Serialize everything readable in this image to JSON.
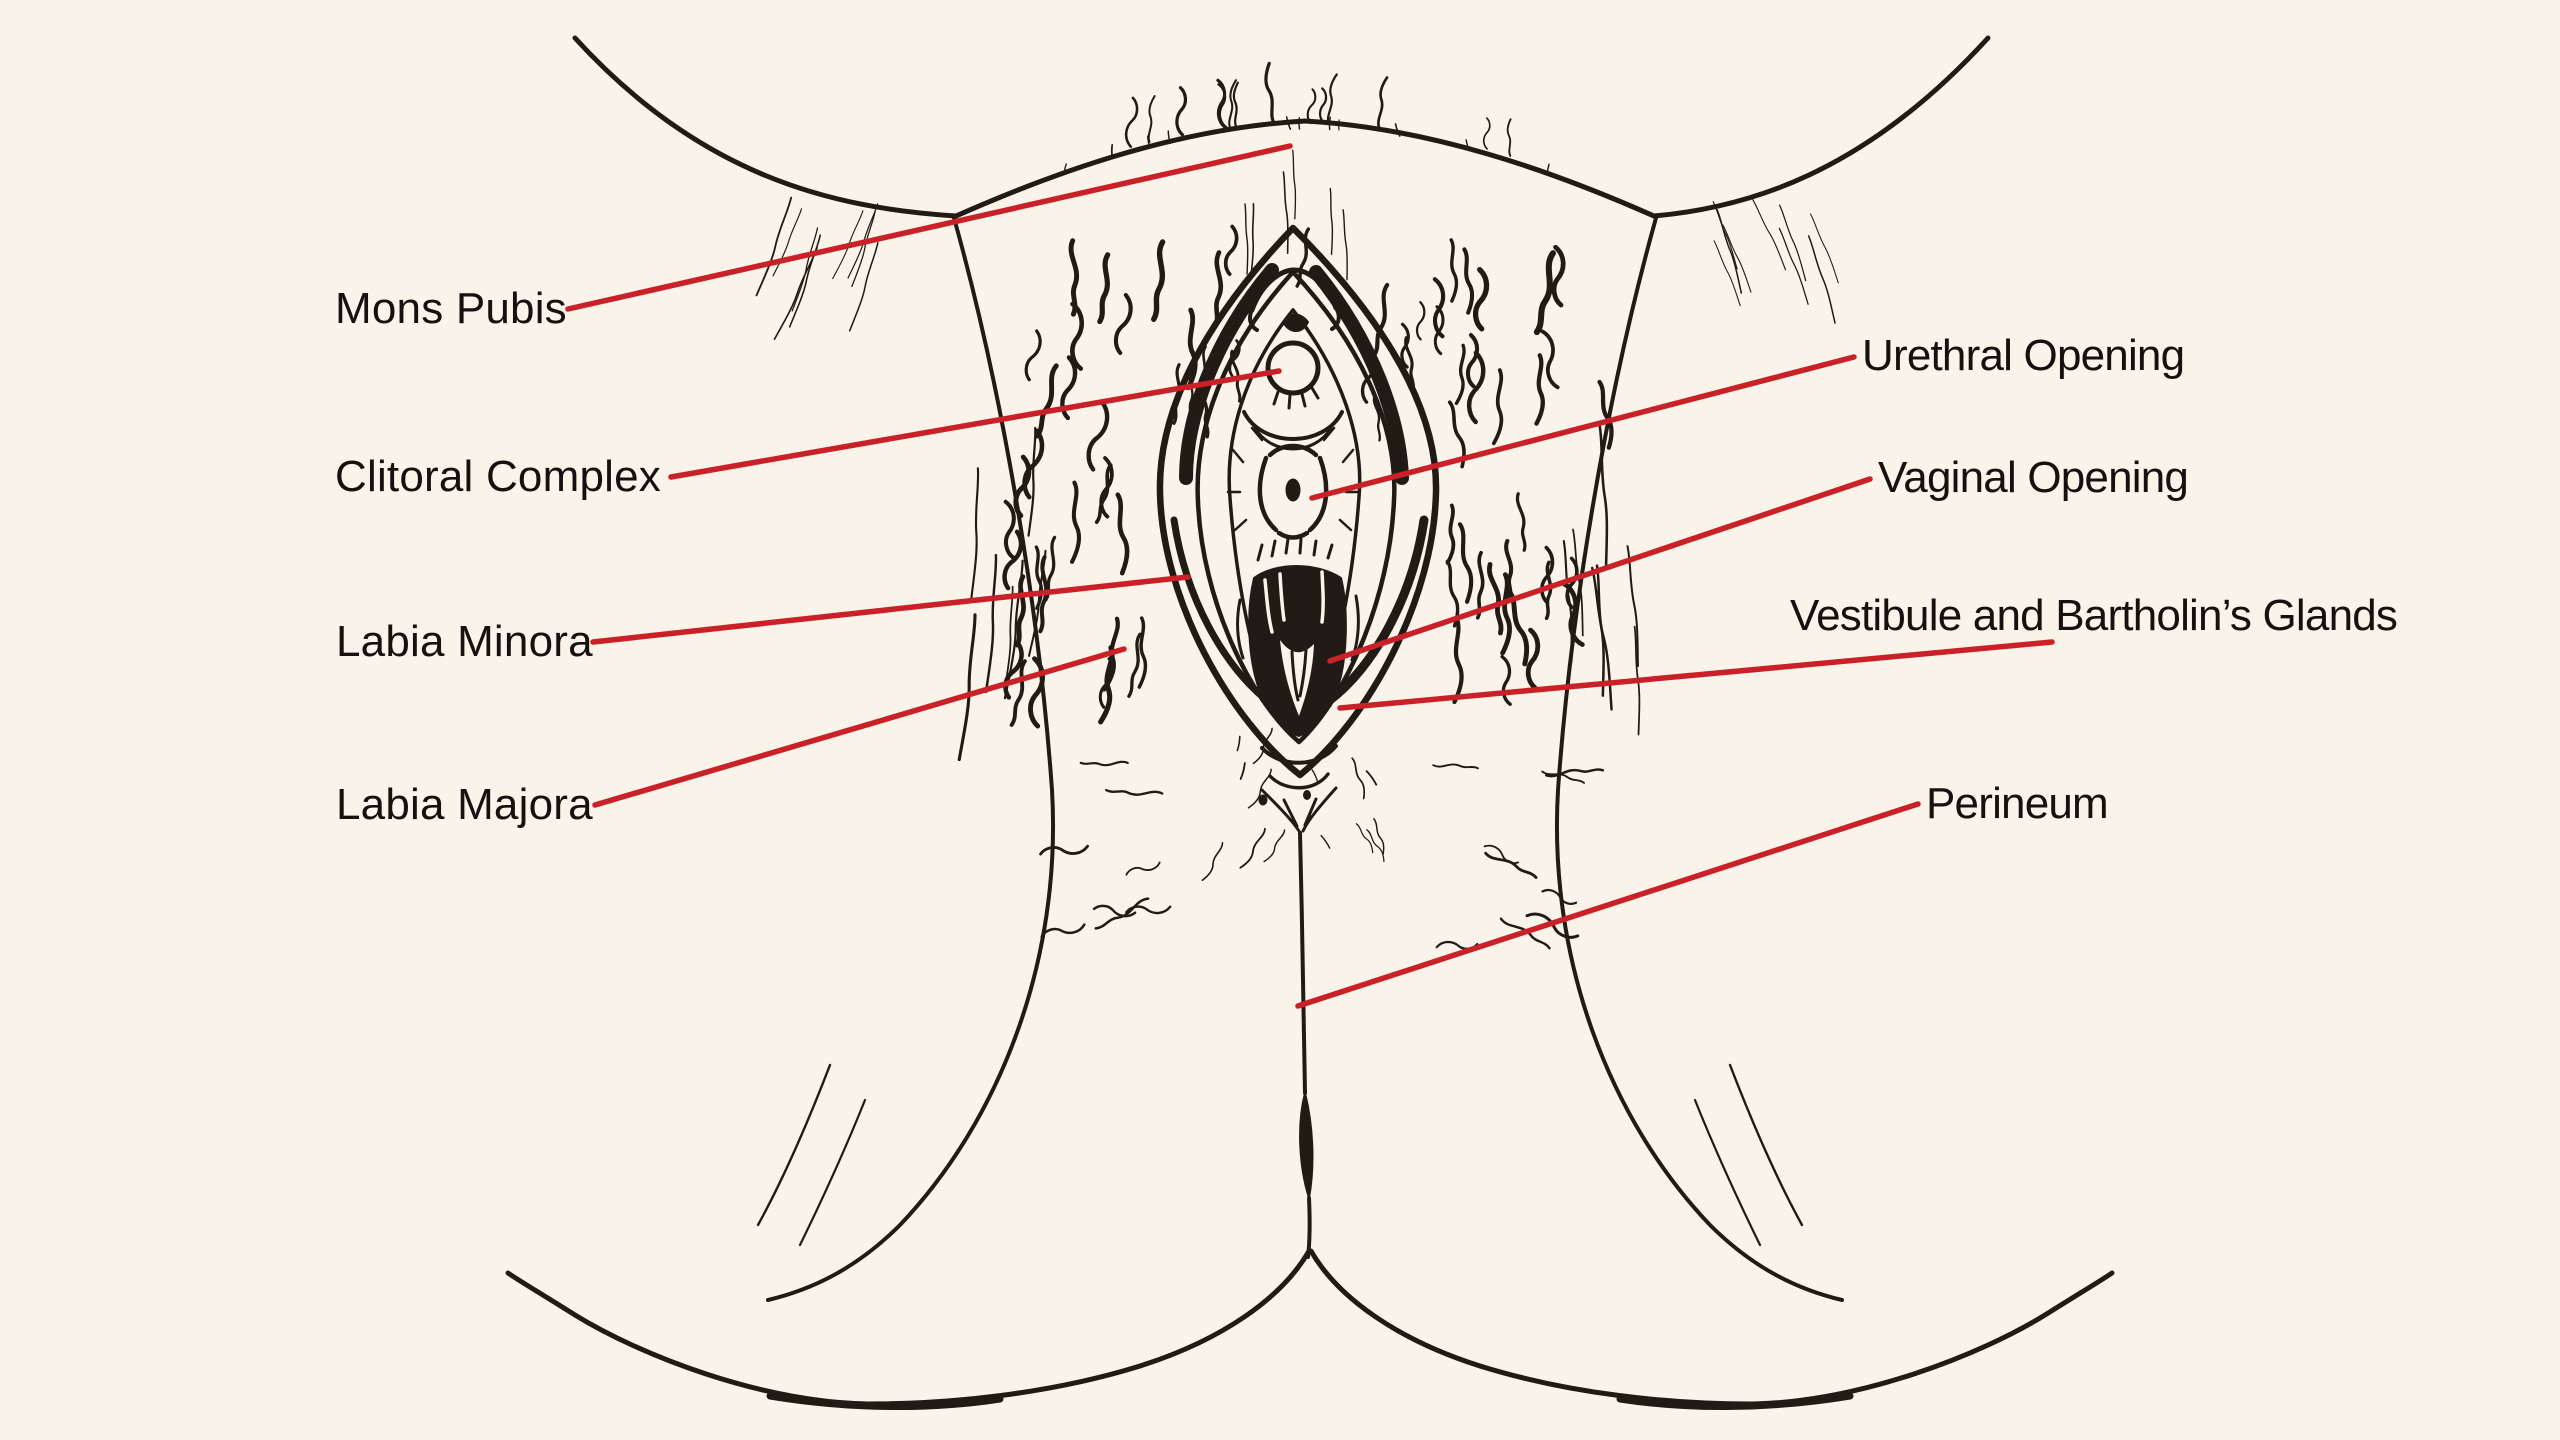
{
  "diagram": {
    "type": "anatomical-line-illustration",
    "subject": "Labeled diagram of external female genital anatomy (vulva), front view line art",
    "colors": {
      "background": "#FAF3E9",
      "ink": "#221B15",
      "leader_line": "#C92127",
      "label_text": "#15110E"
    },
    "labels": {
      "mons_pubis": "Mons Pubis",
      "clitoral_complex": "Clitoral Complex",
      "labia_minora": "Labia Minora",
      "labia_majora": "Labia Majora",
      "urethral_opening": "Urethral Opening",
      "vaginal_opening": "Vaginal Opening",
      "vestibule_bartholins_glands": "Vestibule and Bartholin’s Glands",
      "perineum": "Perineum"
    }
  }
}
